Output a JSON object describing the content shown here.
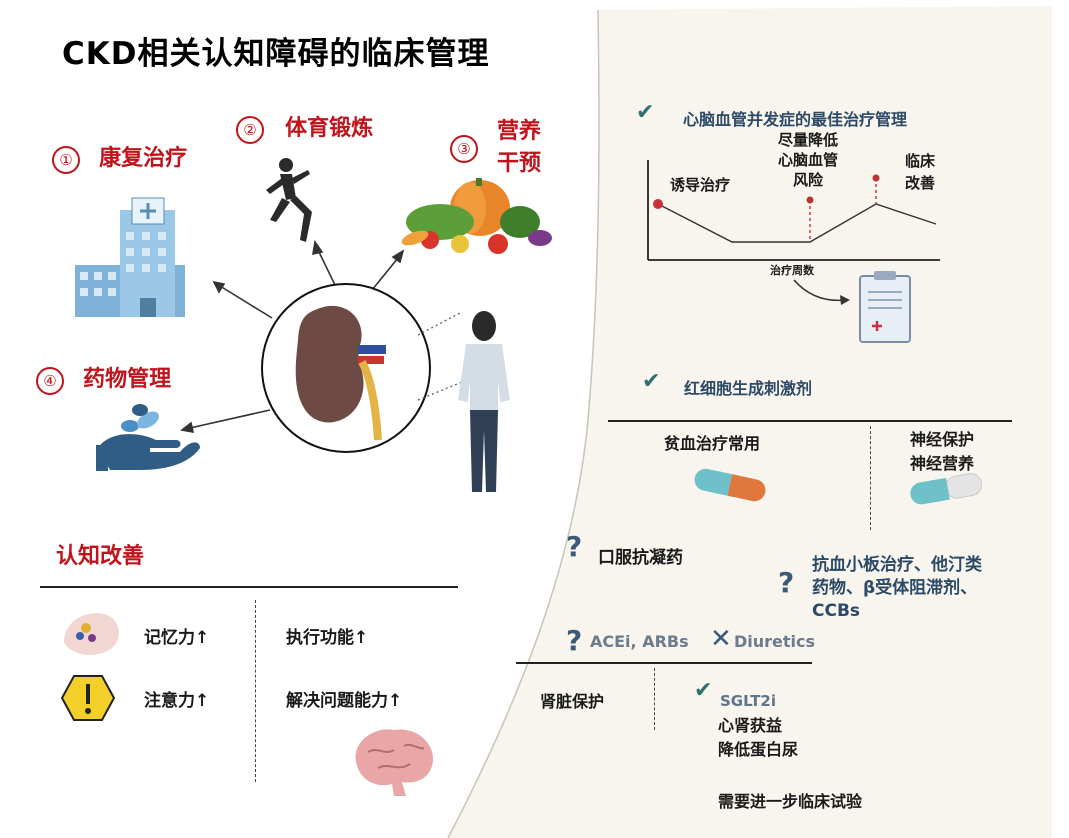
{
  "title": "CKD相关认知障碍的临床管理",
  "left": {
    "items": [
      {
        "num": "①",
        "label": "康复治疗"
      },
      {
        "num": "②",
        "label": "体育锻炼"
      },
      {
        "num": "③",
        "label_line1": "营养",
        "label_line2": "干预"
      },
      {
        "num": "④",
        "label": "药物管理"
      }
    ],
    "cognition": {
      "heading": "认知改善",
      "memory": "记忆力↑",
      "executive": "执行功能↑",
      "attention": "注意力↑",
      "problem_solving": "解决问题能力↑"
    }
  },
  "right": {
    "cv_heading": "心脑血管并发症的最佳治疗管理",
    "graph": {
      "induce": "诱导治疗",
      "reduce_l1": "尽量降低",
      "reduce_l2": "心脑血管",
      "reduce_l3": "风险",
      "clinical_l1": "临床",
      "clinical_l2": "改善",
      "xlabel": "治疗周数"
    },
    "epo_heading": "红细胞生成刺激剂",
    "anemia": "贫血治疗常用",
    "neuro_l1": "神经保护",
    "neuro_l2": "神经营养",
    "oral_anticoag": "口服抗凝药",
    "antiplatelet_l1": "抗血小板治疗、他汀类",
    "antiplatelet_l2": "药物、β受体阻滞剂、",
    "antiplatelet_l3": "CCBs",
    "acei": "ACEi, ARBs",
    "diuretics": "Diuretics",
    "kidney_protect": "肾脏保护",
    "sglt2": "SGLT2i",
    "cardio_renal": "心肾获益",
    "proteinuria": "降低蛋白尿",
    "trials": "需要进一步临床试验"
  },
  "colors": {
    "red": "#c0141c",
    "teal": "#2f6f73",
    "panel_bg": "#f8f4ee"
  }
}
